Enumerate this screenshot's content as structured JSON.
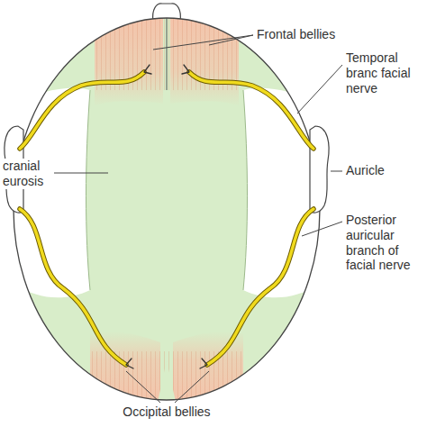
{
  "diagram": {
    "labels": [
      "Frontal bellies",
      "Temporal branc facial nerve",
      "cranial eurosis",
      "Auricle",
      "Posterior auricular branch of facial nerve",
      "Occipital bellies"
    ]
  }
}
